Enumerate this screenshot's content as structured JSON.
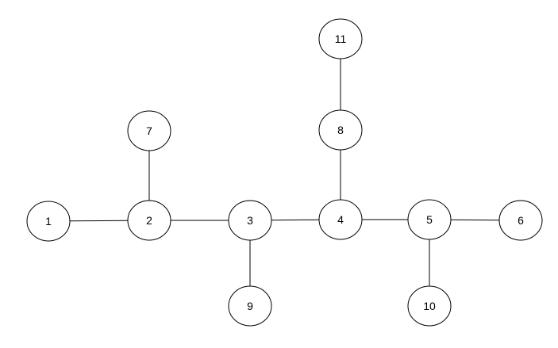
{
  "graph": {
    "nodes": [
      {
        "id": "1",
        "label": "1"
      },
      {
        "id": "2",
        "label": "2"
      },
      {
        "id": "3",
        "label": "3"
      },
      {
        "id": "4",
        "label": "4"
      },
      {
        "id": "5",
        "label": "5"
      },
      {
        "id": "6",
        "label": "6"
      },
      {
        "id": "7",
        "label": "7"
      },
      {
        "id": "8",
        "label": "8"
      },
      {
        "id": "9",
        "label": "9"
      },
      {
        "id": "10",
        "label": "10"
      },
      {
        "id": "11",
        "label": "11"
      }
    ],
    "edges": [
      {
        "from": "1",
        "to": "2"
      },
      {
        "from": "2",
        "to": "3"
      },
      {
        "from": "3",
        "to": "4"
      },
      {
        "from": "4",
        "to": "5"
      },
      {
        "from": "5",
        "to": "6"
      },
      {
        "from": "2",
        "to": "7"
      },
      {
        "from": "4",
        "to": "8"
      },
      {
        "from": "8",
        "to": "11"
      },
      {
        "from": "3",
        "to": "9"
      },
      {
        "from": "5",
        "to": "10"
      }
    ]
  }
}
